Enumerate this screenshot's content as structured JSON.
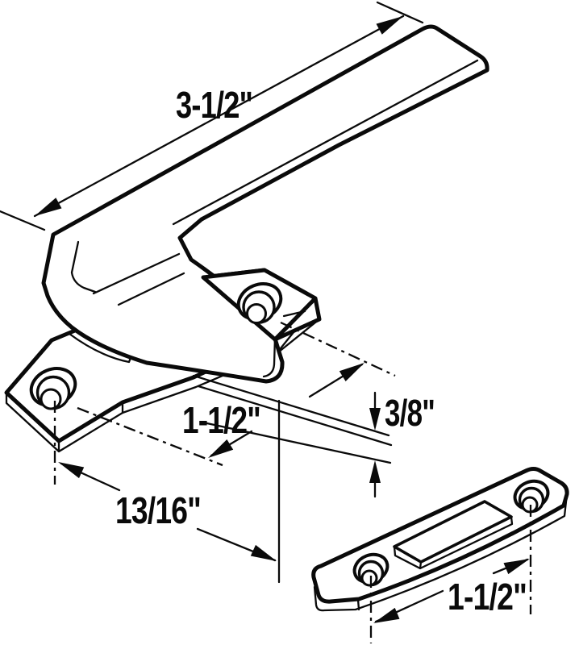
{
  "page": {
    "background": "#ffffff",
    "ink": "#0a0a0a"
  },
  "diagram": {
    "type": "technical-line-drawing",
    "subject": "Casement window latch handle with mounting base and keeper plate, dimensioned",
    "parts": {
      "handle": "latch handle arm",
      "cam": "locking cam tongue",
      "base_plate": "mounting base with two countersunk screw holes",
      "keeper_plate": "keeper strike plate with two countersunk screw holes and raised boss"
    },
    "dimensions": {
      "handle_length": "3-1/2\"",
      "base_hole_spacing": "1-1/2\"",
      "surface_offset": "3/8\"",
      "base_to_keeper_offset": "13/16\"",
      "keeper_hole_spacing": "1-1/2\""
    }
  }
}
